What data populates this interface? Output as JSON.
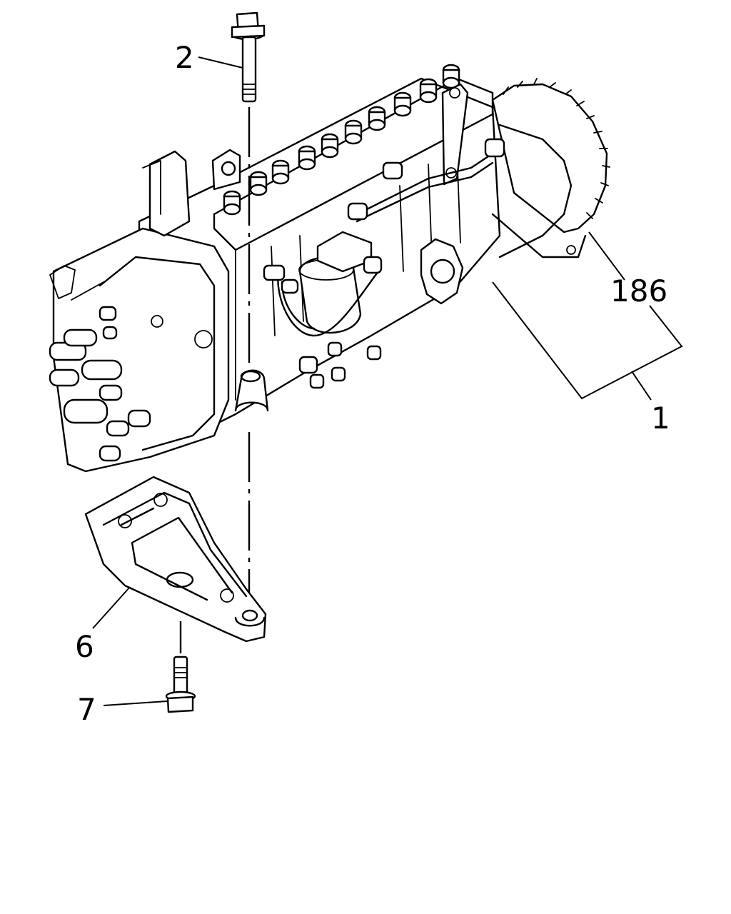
{
  "diagram": {
    "callouts": [
      {
        "id": "2",
        "text": "2"
      },
      {
        "id": "186",
        "text": "186"
      },
      {
        "id": "1",
        "text": "1"
      },
      {
        "id": "6",
        "text": "6"
      },
      {
        "id": "7",
        "text": "7"
      }
    ]
  },
  "colors": {
    "line": "#000000",
    "background": "#ffffff"
  }
}
